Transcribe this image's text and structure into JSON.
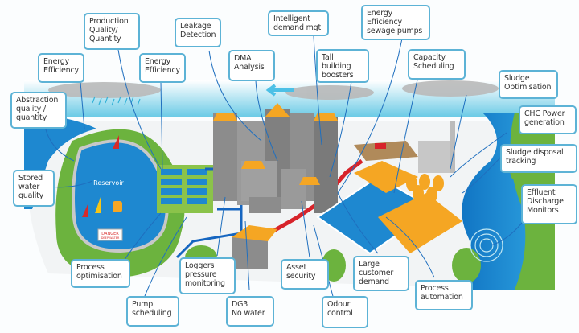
{
  "diagram": {
    "title": "Smart water network applications",
    "scene_labels": {
      "reservoir": "Reservoir",
      "danger_sign_line1": "DANGER",
      "danger_sign_line2": "DEEP WATER"
    },
    "callouts": [
      {
        "id": "energy-efficiency-1",
        "text": "Energy\nEfficiency"
      },
      {
        "id": "production-quality",
        "text": "Production\nQuality/\nQuantity"
      },
      {
        "id": "leakage-detection",
        "text": "Leakage\nDetection"
      },
      {
        "id": "energy-efficiency-2",
        "text": "Energy\nEfficiency"
      },
      {
        "id": "dma-analysis",
        "text": "DMA\nAnalysis"
      },
      {
        "id": "intelligent-demand",
        "text": "Intelligent\ndemand mgt."
      },
      {
        "id": "tall-building-boosters",
        "text": "Tall\nbuilding\nboosters"
      },
      {
        "id": "energy-efficiency-sewage",
        "text": "Energy\nEfficiency\nsewage pumps"
      },
      {
        "id": "capacity-scheduling",
        "text": "Capacity\nScheduling"
      },
      {
        "id": "sludge-optimisation",
        "text": "Sludge\nOptimisation"
      },
      {
        "id": "chc-power",
        "text": "CHC Power\ngeneration"
      },
      {
        "id": "sludge-disposal",
        "text": "Sludge disposal\ntracking"
      },
      {
        "id": "effluent-discharge",
        "text": "Effluent\nDischarge\nMonitors"
      },
      {
        "id": "abstraction-quality",
        "text": "Abstraction\nquality /\nquantity"
      },
      {
        "id": "stored-water-quality",
        "text": "Stored\nwater\nquality"
      },
      {
        "id": "process-optimisation",
        "text": "Process\noptimisation"
      },
      {
        "id": "pump-scheduling",
        "text": "Pump\nscheduling"
      },
      {
        "id": "loggers-pressure",
        "text": "Loggers\npressure\nmonitoring"
      },
      {
        "id": "dg3-no-water",
        "text": "DG3\nNo water"
      },
      {
        "id": "asset-security",
        "text": "Asset\nsecurity"
      },
      {
        "id": "odour-control",
        "text": "Odour\ncontrol"
      },
      {
        "id": "large-customer-demand",
        "text": "Large\ncustomer\ndemand"
      },
      {
        "id": "process-automation",
        "text": "Process\nautomation"
      }
    ],
    "colors": {
      "callout_border": "#5db3d6",
      "water": "#1e88d0",
      "grass": "#6cb33e",
      "building": "#8c8c8c",
      "roof": "#f5a623",
      "sewer_pipe": "#d7232a",
      "sky": "#bfe6f3"
    }
  }
}
